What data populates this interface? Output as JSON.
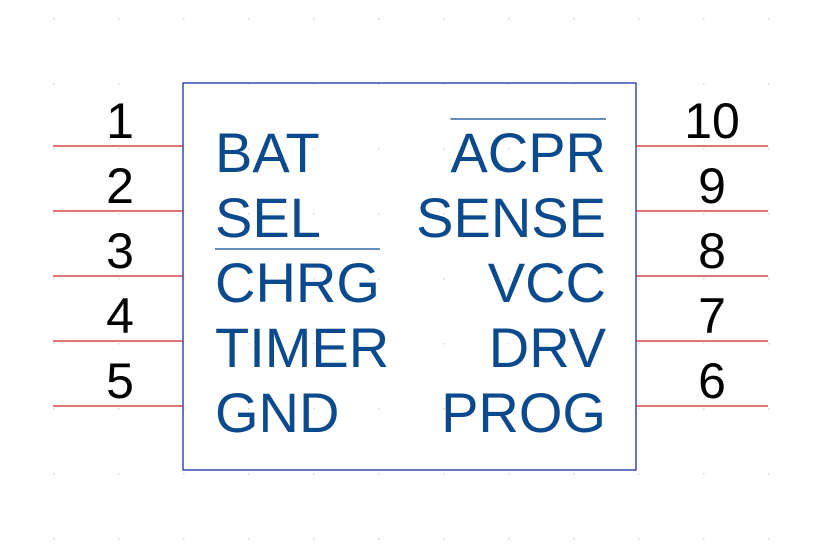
{
  "component": {
    "left_pins": [
      {
        "number": "1",
        "name": "BAT",
        "overbar": false
      },
      {
        "number": "2",
        "name": "SEL",
        "overbar": false
      },
      {
        "number": "3",
        "name": "CHRG",
        "overbar": true
      },
      {
        "number": "4",
        "name": "TIMER",
        "overbar": false
      },
      {
        "number": "5",
        "name": "GND",
        "overbar": false
      }
    ],
    "right_pins": [
      {
        "number": "10",
        "name": "ACPR",
        "overbar": true
      },
      {
        "number": "9",
        "name": "SENSE",
        "overbar": false
      },
      {
        "number": "8",
        "name": "VCC",
        "overbar": false
      },
      {
        "number": "7",
        "name": "DRV",
        "overbar": false
      },
      {
        "number": "6",
        "name": "PROG",
        "overbar": false
      }
    ]
  },
  "colors": {
    "body_outline": "#1a2fa0",
    "pin_line": "#cc2222",
    "pin_name": "#0b4a8c",
    "pin_number": "#000000",
    "grid_dot": "#d9d9d9"
  }
}
